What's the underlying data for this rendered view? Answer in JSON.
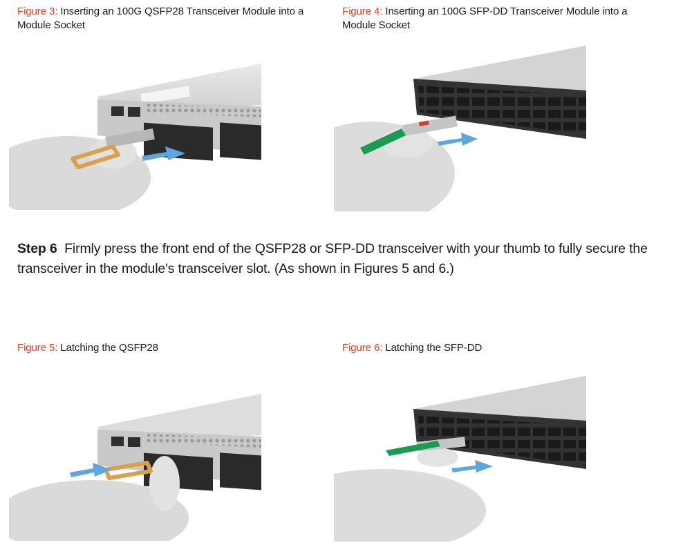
{
  "figures": [
    {
      "label": "Figure 3:",
      "title": "Inserting an 100G QSFP28 Transceiver Module into a Module Socket",
      "image_icon": "switch-photo-icon"
    },
    {
      "label": "Figure 4:",
      "title": "Inserting an 100G SFP-DD Transceiver Module into a Module Socket",
      "image_icon": "switch-photo-icon"
    },
    {
      "label": "Figure 5:",
      "title": "Latching the QSFP28",
      "image_icon": "switch-photo-icon"
    },
    {
      "label": "Figure 6:",
      "title": "Latching the SFP-DD",
      "image_icon": "switch-photo-icon"
    }
  ],
  "step": {
    "label": "Step 6",
    "text": "Firmly press the front end of the QSFP28 or SFP-DD transceiver with your thumb to fully secure the transceiver in the module's transceiver slot. (As shown in Figures 5 and 6.)"
  },
  "colors": {
    "figure_label": "#e5401f",
    "body_text": "#1a1a1a",
    "arrow": "#5ea6dd",
    "qsfp_latch": "#d7a24f",
    "sfpdd_latch": "#1d9a52"
  }
}
